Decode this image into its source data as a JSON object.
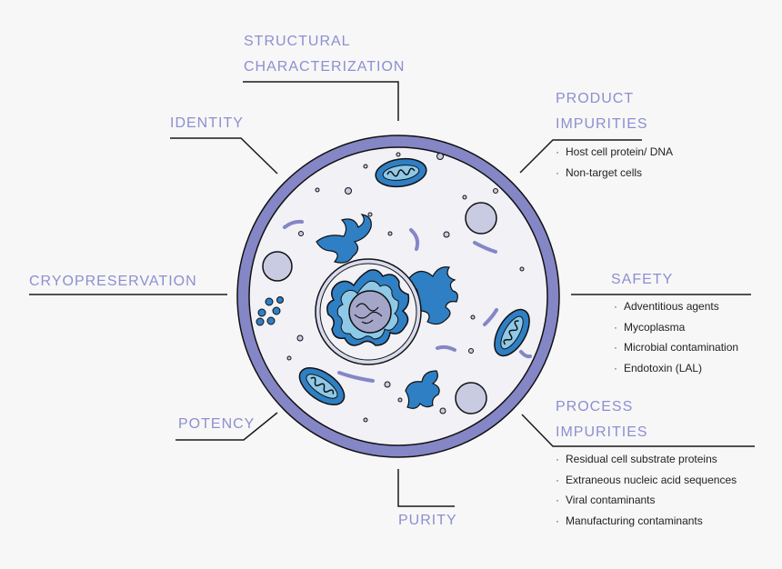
{
  "colors": {
    "background": "#f7f7f7",
    "heading_text": "#8d8fd1",
    "cell_membrane": "#8586c6",
    "cell_interior": "#f1f1f6",
    "organelle_blue": "#2f7fc4",
    "organelle_light": "#8fc9e8",
    "organelle_gray": "#c9cbe3",
    "outline": "#111111"
  },
  "labels": {
    "structural": {
      "line1": "STRUCTURAL",
      "line2": "CHARACTERIZATION"
    },
    "identity": "IDENTITY",
    "cryopreservation": "CRYOPRESERVATION",
    "potency": "POTENCY",
    "purity": "PURITY",
    "product_impurities": {
      "line1": "PRODUCT",
      "line2": "IMPURITIES",
      "items": [
        "Host cell protein/ DNA",
        "Non-target cells"
      ]
    },
    "safety": {
      "title": "SAFETY",
      "items": [
        "Adventitious agents",
        "Mycoplasma",
        "Microbial contamination",
        "Endotoxin (LAL)"
      ]
    },
    "process_impurities": {
      "line1": "PROCESS",
      "line2": "IMPURITIES",
      "items": [
        "Residual cell substrate proteins",
        "Extraneous nucleic acid sequences",
        "Viral contaminants",
        "Manufacturing contaminants"
      ]
    }
  }
}
